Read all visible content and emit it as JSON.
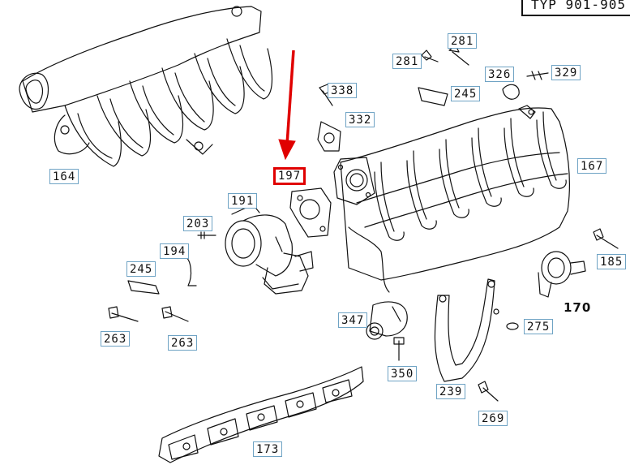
{
  "header": {
    "type_label": "TYP 901-905"
  },
  "highlight": {
    "part": "197",
    "color": "#e00000"
  },
  "parts": {
    "p164": "164",
    "p281a": "281",
    "p281b": "281",
    "p338": "338",
    "p245a": "245",
    "p326": "326",
    "p329": "329",
    "p332": "332",
    "p167": "167",
    "p197": "197",
    "p191": "191",
    "p203": "203",
    "p194": "194",
    "p245b": "245",
    "p185": "185",
    "p170": "170",
    "p263a": "263",
    "p263b": "263",
    "p347": "347",
    "p275": "275",
    "p350": "350",
    "p239": "239",
    "p269": "269",
    "p173": "173"
  }
}
